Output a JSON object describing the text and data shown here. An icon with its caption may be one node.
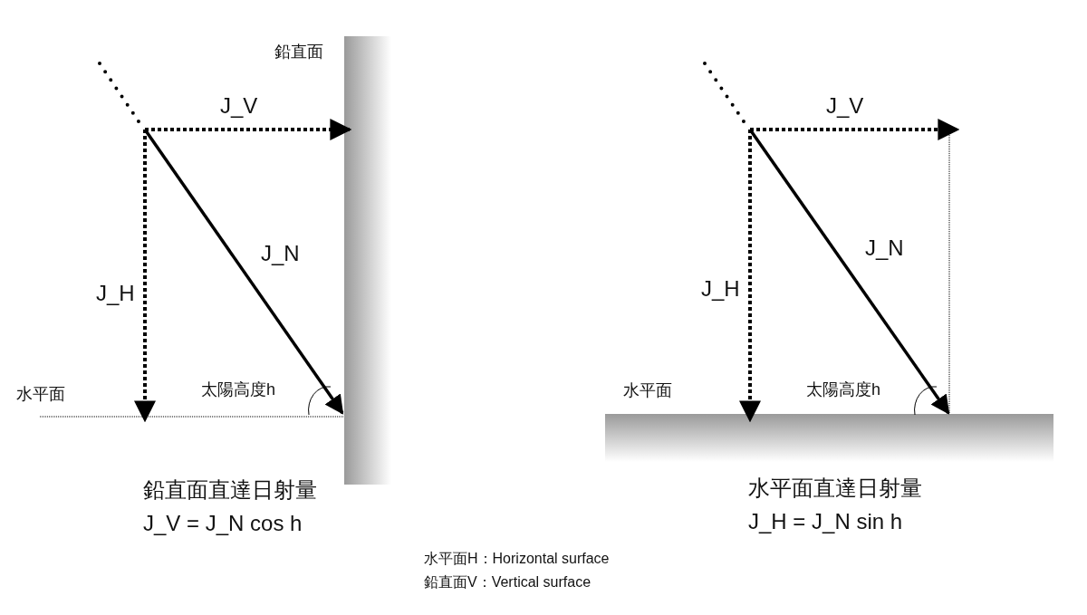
{
  "diagram": {
    "nodes": [
      {
        "text": [],
        "shape": "bar",
        "beside": [
          "鉛直面"
        ]
      },
      {
        "text": [],
        "shape": "bar",
        "beside": [
          "水平面"
        ]
      }
    ],
    "labels": [
      "J_V",
      "J_N",
      "J_H",
      "水平面",
      "太陽高度h",
      "鉛直面直達日射量",
      "J_V = J_N cos h",
      "J_V",
      "J_N",
      "J_H",
      "太陽高度h",
      "水平面直達日射量",
      "J_H = J_N sin h",
      "水平面H：Horizontal surface",
      "鉛直面V：Vertical surface"
    ]
  }
}
